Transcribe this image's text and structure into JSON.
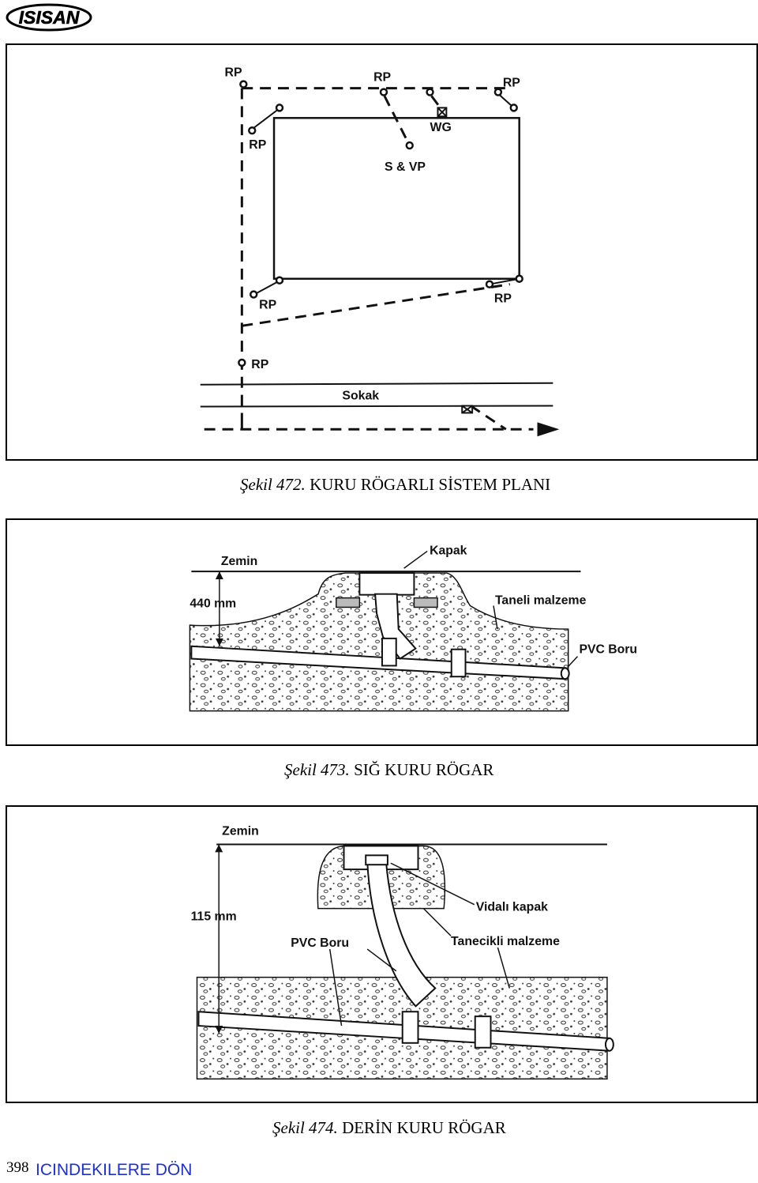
{
  "header": {
    "logo_text": "ISISAN"
  },
  "figures": [
    {
      "caption_number": "Şekil 472.",
      "caption_title": "KURU RÖGARLI SİSTEM PLANI",
      "labels": {
        "rp": "RP",
        "wg": "WG",
        "svp": "S & VP",
        "street": "Sokak"
      }
    },
    {
      "caption_number": "Şekil 473.",
      "caption_title": "SIĞ KURU RÖGAR",
      "labels": {
        "ground": "Zemin",
        "cover": "Kapak",
        "depth": "440 mm",
        "gravel": "Taneli malzeme",
        "pipe": "PVC Boru"
      }
    },
    {
      "caption_number": "Şekil 474.",
      "caption_title": "DERİN KURU RÖGAR",
      "labels": {
        "ground": "Zemin",
        "depth": "115 mm",
        "screw_cap": "Vidalı kapak",
        "pipe": "PVC Boru",
        "gravel": "Tanecikli malzeme"
      }
    }
  ],
  "footer": {
    "page_number": "398",
    "toc_link": "ICINDEKILERE DÖN"
  }
}
